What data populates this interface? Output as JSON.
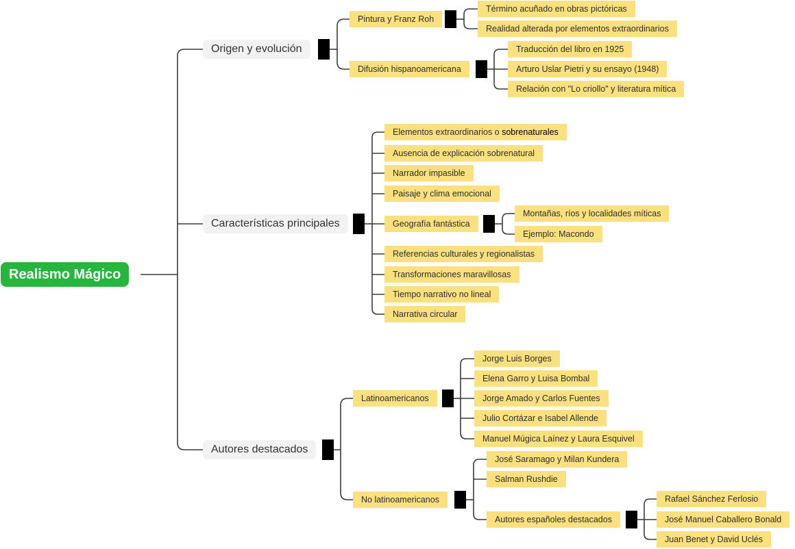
{
  "root": "Realismo Mágico",
  "branches": [
    {
      "label": "Origen y evolución",
      "sub": [
        {
          "label": "Pintura y Franz Roh",
          "items": [
            "Término acuñado en obras pictóricas",
            "Realidad alterada por elementos extraordinarios"
          ]
        },
        {
          "label": "Difusión hispanoamericana",
          "items": [
            "Traducción del libro en 1925",
            "Arturo Uslar Pietri y su ensayo (1948)",
            "Relación con \"Lo criollo\" y literatura mítica"
          ]
        }
      ]
    },
    {
      "label": "Características principales",
      "items": [
        {
          "text_pre": "Elementos extraordinarios o ",
          "text_emph": "sobrenaturales"
        },
        {
          "text": "Ausencia de explicación sobrenatural"
        },
        {
          "text": "Narrador impasible"
        },
        {
          "text": "Paisaje y clima emocional"
        },
        {
          "text": "Geografía fantástica",
          "children": [
            "Montañas, ríos y localidades míticas",
            "Ejemplo: Macondo"
          ]
        },
        {
          "text": "Referencias culturales y regionalistas"
        },
        {
          "text": "Transformaciones maravillosas"
        },
        {
          "text": "Tiempo narrativo no lineal"
        },
        {
          "text": "Narrativa circular"
        }
      ]
    },
    {
      "label": "Autores destacados",
      "sub": [
        {
          "label": "Latinoamericanos",
          "items": [
            "Jorge Luis Borges",
            "Elena Garro y Luisa Bombal",
            "Jorge Amado y Carlos Fuentes",
            "Julio Cortázar e Isabel Allende",
            "Manuel Múgica Laínez y Laura Esquivel"
          ]
        },
        {
          "label": "No latinoamericanos",
          "items": [
            {
              "text": "José Saramago y Milan Kundera"
            },
            {
              "text": "Salman Rushdie"
            },
            {
              "text": "Autores españoles destacados",
              "children": [
                "Rafael Sánchez Ferlosio",
                "José Manuel Caballero Bonald",
                "Juan Benet y David Uclés"
              ]
            }
          ]
        }
      ]
    }
  ],
  "colors": {
    "root": "#27b53e",
    "branch": "#f2f2f2",
    "topic": "#fbe07f",
    "line": "#3a3a3a",
    "toggle": "#000000"
  }
}
